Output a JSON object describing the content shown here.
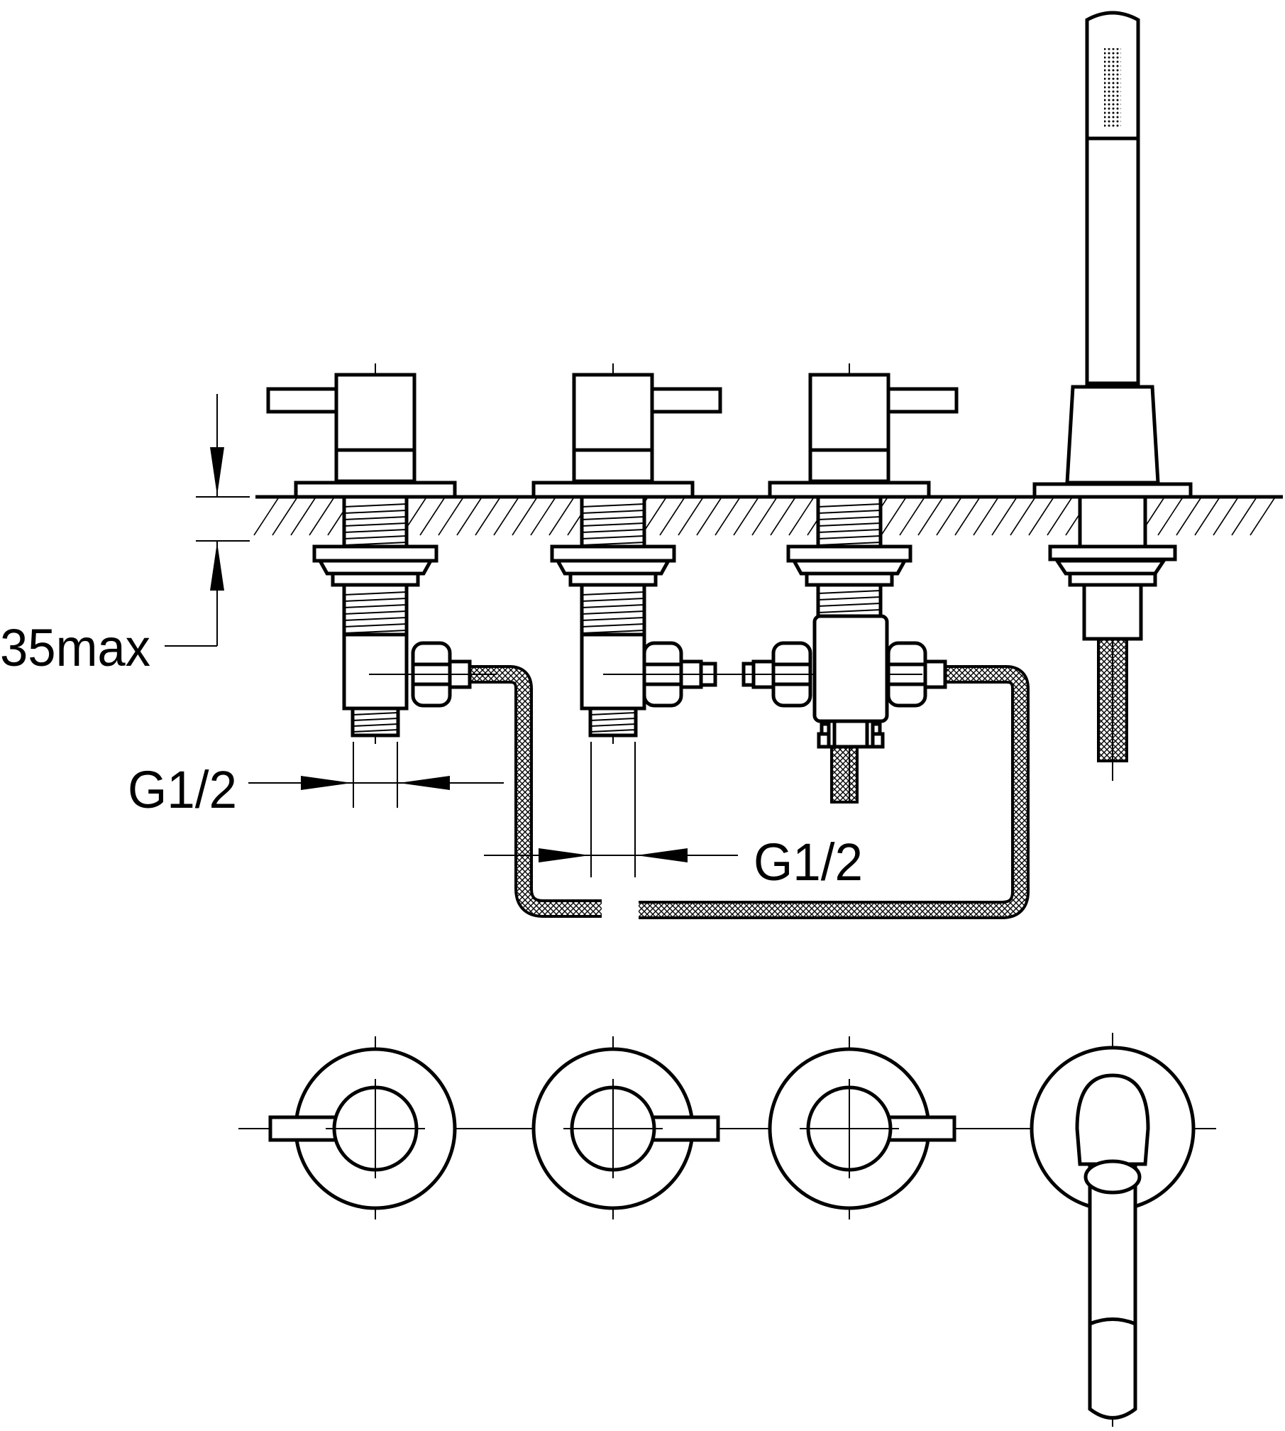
{
  "dimensions": {
    "deck_thickness_label": "35max",
    "connection_left_label": "G1/2",
    "connection_right_label": "G1/2"
  },
  "colors": {
    "line": "#000000",
    "background": "#ffffff"
  },
  "components": [
    {
      "name": "left-valve-handle",
      "icon": "lever-valve-icon"
    },
    {
      "name": "middle-valve-handle",
      "icon": "lever-valve-icon"
    },
    {
      "name": "diverter-valve",
      "icon": "lever-valve-icon"
    },
    {
      "name": "hand-shower",
      "icon": "hand-shower-icon"
    }
  ]
}
